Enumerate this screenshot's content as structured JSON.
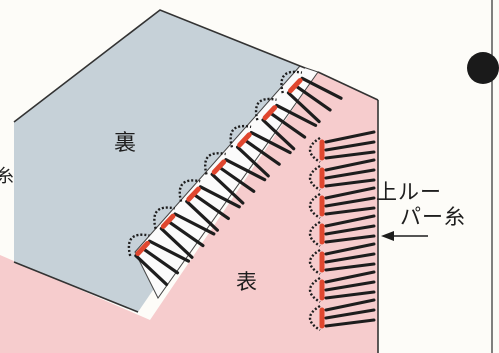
{
  "labels": {
    "back_side": "裏",
    "front_side": "表",
    "thread_line1": "上ルー",
    "thread_line2": "パー糸",
    "edge_text": "糸"
  },
  "colors": {
    "background": "#fdfcf8",
    "back_fabric": "#c6d1d8",
    "front_fabric": "#f6cccd",
    "stitch_red": "#e0472f",
    "thread_dark": "#1d1d1d",
    "page_rule": "#4a4a4a",
    "page_dot": "#1a1a1a"
  },
  "icons": {
    "pointer": "arrow-left-icon",
    "margin_mark": "filled-circle-icon"
  }
}
